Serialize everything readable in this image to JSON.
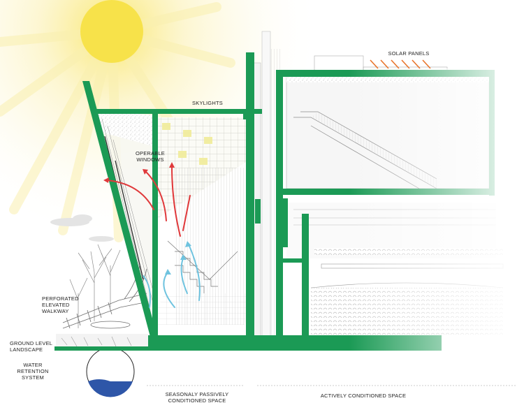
{
  "labels": {
    "solar_panels": "SOLAR PANELS",
    "skylights": "SKYLIGHTS",
    "operable_windows": "OPERABLE\nWINDOWS",
    "perforated_walkway": "PERFORATED\nELEVATED\nWALKWAY",
    "ground_level": "GROUND LEVEL\nLANDSCAPE",
    "water_retention": "WATER\nRETENTION\nSYSTEM",
    "seasonal_space": "SEASONALY PASSIVELY\nCONDITIONED SPACE",
    "active_space": "ACTIVELY CONDITIONED SPACE"
  },
  "colors": {
    "structure_green": "#1b9a55",
    "sun_yellow": "#f7e24a",
    "warm_air": "#e0393b",
    "cool_air": "#6fc3df",
    "water": "#2e56a8",
    "solar_panel": "#e8742a",
    "line_gray": "#8a8a8a"
  }
}
